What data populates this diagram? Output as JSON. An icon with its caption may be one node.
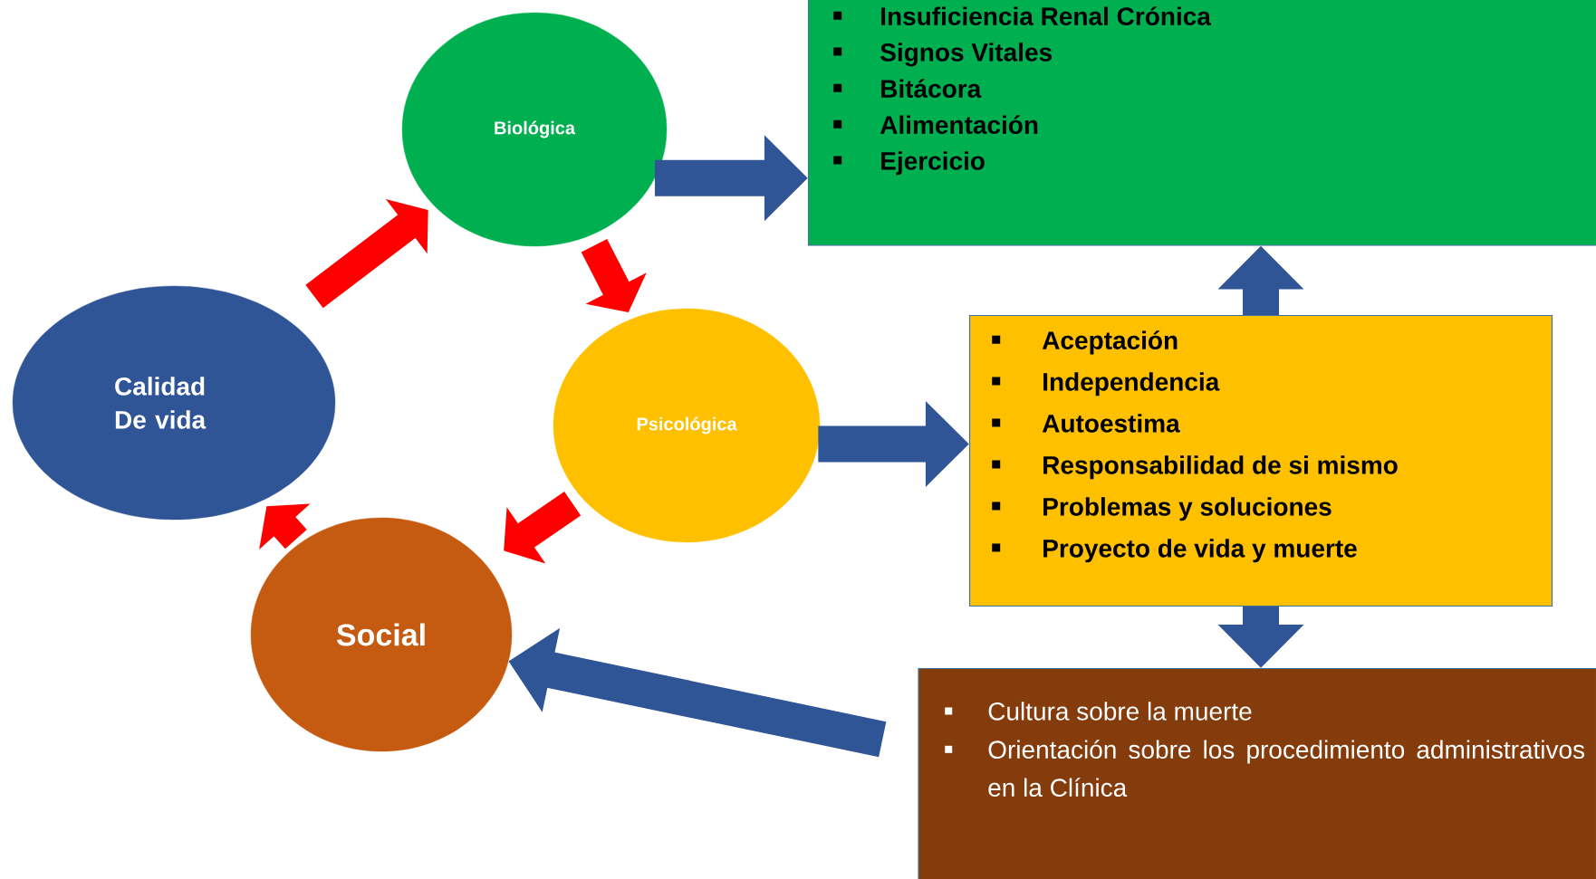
{
  "diagram": {
    "nodes": [
      {
        "text": [
          "Biológica"
        ]
      },
      {
        "text": [
          "Calidad De vida"
        ]
      },
      {
        "text": [
          "Psicológica"
        ]
      },
      {
        "text": [
          "Social"
        ]
      },
      {
        "text": [
          "Insuficiencia Renal Crónica",
          "Signos Vitales",
          "Bitácora",
          "Alimentación",
          "Ejercicio"
        ]
      },
      {
        "text": [
          "Aceptación",
          "Independencia",
          "Autoestima",
          "Responsabilidad de si mismo",
          "Problemas y soluciones",
          "Proyecto de vida y muerte"
        ]
      },
      {
        "text": [
          "Cultura sobre la muerte",
          "Orientación sobre los procedimiento administrativos en la Clínica"
        ]
      }
    ],
    "edges": [
      {
        "from": 1,
        "to": 0,
        "arrow": "to",
        "color": "#ff0000"
      },
      {
        "from": 0,
        "to": 2,
        "arrow": "to",
        "color": "#ff0000"
      },
      {
        "from": 2,
        "to": 3,
        "arrow": "to",
        "color": "#ff0000"
      },
      {
        "from": 3,
        "to": 1,
        "arrow": "to",
        "color": "#ff0000"
      },
      {
        "from": 0,
        "to": 4,
        "arrow": "to"
      },
      {
        "from": 2,
        "to": 5,
        "arrow": "to"
      },
      {
        "from": 5,
        "to": 4,
        "arrow": "to"
      },
      {
        "from": 5,
        "to": 6,
        "arrow": "to"
      },
      {
        "from": 6,
        "to": 3,
        "arrow": "to"
      }
    ]
  }
}
